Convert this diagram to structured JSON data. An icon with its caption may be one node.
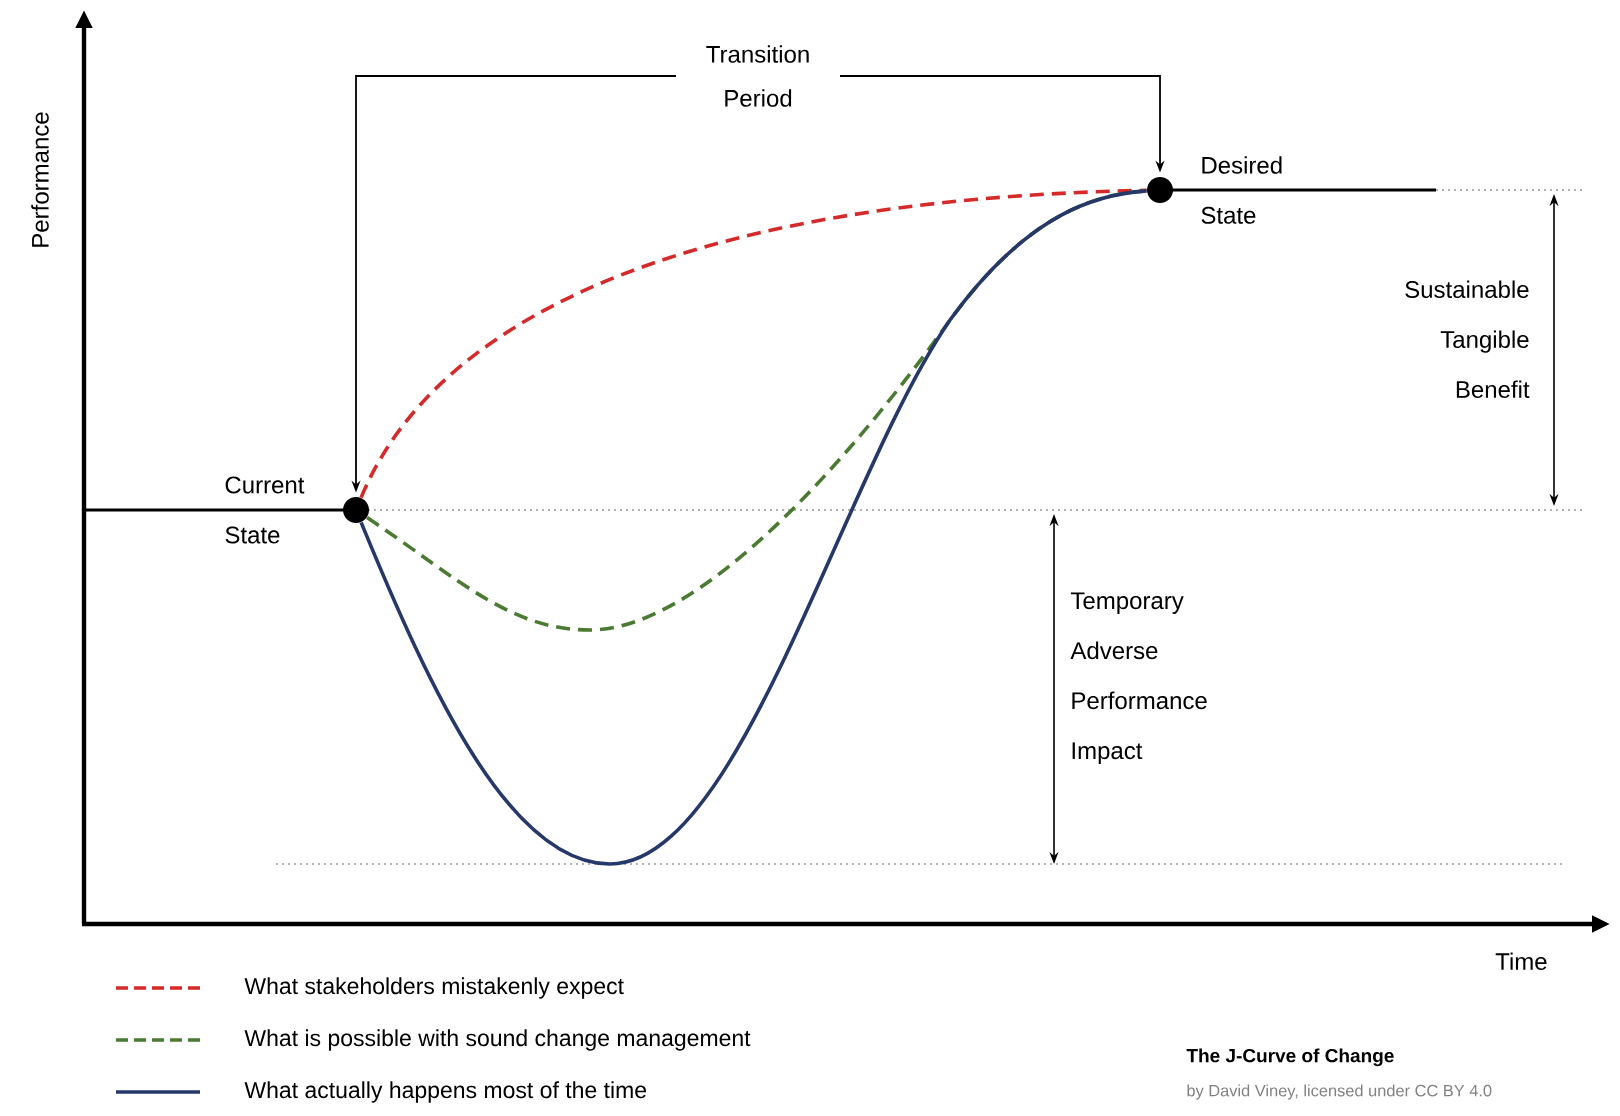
{
  "diagram": {
    "title": "The J-Curve of Change",
    "nodes": [
      {
        "text": [],
        "shape": "circle",
        "beside": [
          "Current State"
        ]
      },
      {
        "text": [],
        "shape": "circle",
        "beside": [
          "Desired State"
        ]
      }
    ],
    "edges": [
      {
        "from": 0,
        "to": 1,
        "arrow": "both",
        "label": "Transition Period"
      },
      {
        "from": 0,
        "to": 1,
        "arrow": "none",
        "style": "dashed",
        "color": "#d42a2a"
      },
      {
        "from": 0,
        "to": 1,
        "arrow": "none",
        "style": "dashed",
        "color": "#4b7a33"
      },
      {
        "from": 0,
        "to": 1,
        "arrow": "none",
        "color": "#26386a"
      }
    ],
    "labels": [
      "Performance",
      "Time",
      "Sustainable Tangible Benefit",
      "Temporary Adverse Performance Impact",
      "by David Viney, licensed under CC BY 4.0"
    ],
    "legend": [
      {
        "text": "What stakeholders mistakenly expect"
      },
      {
        "text": "What is possible with sound change management"
      },
      {
        "text": "What actually happens most of the time"
      }
    ]
  }
}
